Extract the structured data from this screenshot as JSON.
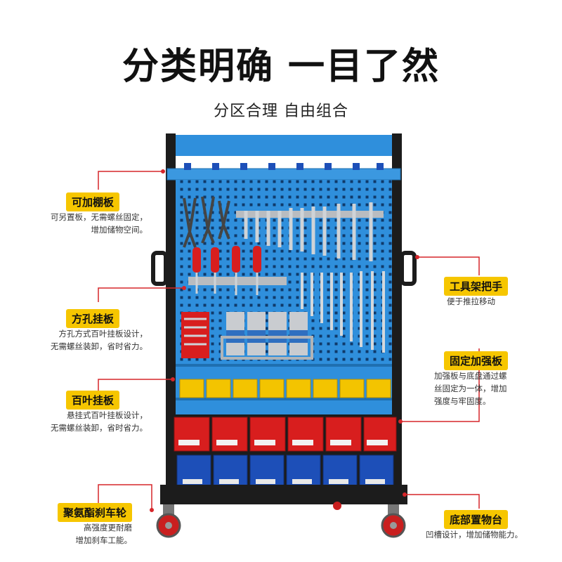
{
  "page": {
    "title": "分类明确 一目了然",
    "subtitle": "分区合理 自由组合"
  },
  "features": {
    "shelf": {
      "label": "可加棚板",
      "desc_line1": "可另置板，无需螺丝固定，",
      "desc_line2": "增加储物空间。"
    },
    "square_hole": {
      "label": "方孔挂板",
      "desc_line1": "方孔方式百叶挂板设计，",
      "desc_line2": "无需螺丝装卸，省时省力。"
    },
    "louver": {
      "label": "百叶挂板",
      "desc_line1": "悬挂式百叶挂板设计，",
      "desc_line2": "无需螺丝装卸，省时省力。"
    },
    "wheel": {
      "label": "聚氨酯刹车轮",
      "desc_line1": "高强度更耐磨",
      "desc_line2": "增加刹车工能。"
    },
    "handle": {
      "label": "工具架把手",
      "desc_line1": "便于推拉移动"
    },
    "reinforce": {
      "label": "固定加强板",
      "desc_line1": "加强板与底盘通过螺",
      "desc_line2": "丝固定为一体，增加",
      "desc_line3": "强度与牢固度。"
    },
    "base": {
      "label": "底部置物台",
      "desc_line1": "凹槽设计，增加储物能力。"
    }
  },
  "colors": {
    "panel_blue": "#2f8fdc",
    "frame_black": "#1c1c1c",
    "bin_yellow": "#f3c400",
    "bin_red": "#d81e1e",
    "bin_blue": "#1d4fb8",
    "callout_red": "#d6262a",
    "label_yellow": "#f6c600"
  }
}
